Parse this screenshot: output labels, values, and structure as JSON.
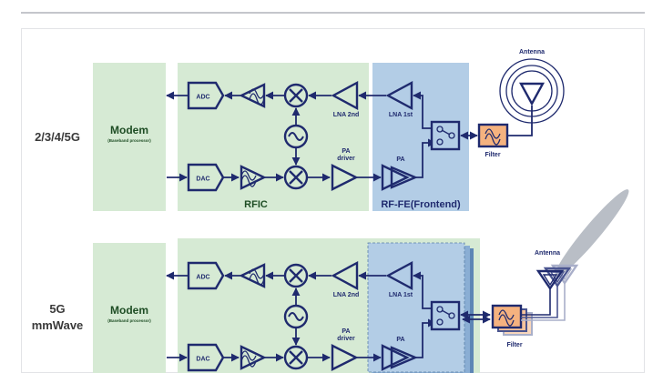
{
  "colors": {
    "navy": "#1f2a6e",
    "modem_green": "#d6ead4",
    "rfic_green": "#d6ead4",
    "frontend_blue": "#b3cde6",
    "filter_orange": "#f5b27f",
    "beam_grey": "#b9bec6",
    "modem_text": "#1e4d24"
  },
  "sections": [
    {
      "label_lines": [
        "2/3/4/5G"
      ],
      "modem": {
        "title": "Modem",
        "subtitle": "(Baseband processor)"
      },
      "adc": "ADC",
      "dac": "DAC",
      "lna2": "LNA 2nd",
      "lna1": "LNA 1st",
      "pa_driver": [
        "PA",
        "driver"
      ],
      "pa": "PA",
      "filter": "Filter",
      "antenna": "Antenna",
      "rfic_label": "RFIC",
      "frontend_label": "RF-FE(Frontend)",
      "mmwave": false
    },
    {
      "label_lines": [
        "5G",
        "mmWave"
      ],
      "modem": {
        "title": "Modem",
        "subtitle": "(Baseband processor)"
      },
      "adc": "ADC",
      "dac": "DAC",
      "lna2": "LNA 2nd",
      "lna1": "LNA 1st",
      "pa_driver": [
        "PA",
        "driver"
      ],
      "pa": "PA",
      "filter": "Filter",
      "antenna": "Antenna",
      "mmwave": true
    }
  ]
}
